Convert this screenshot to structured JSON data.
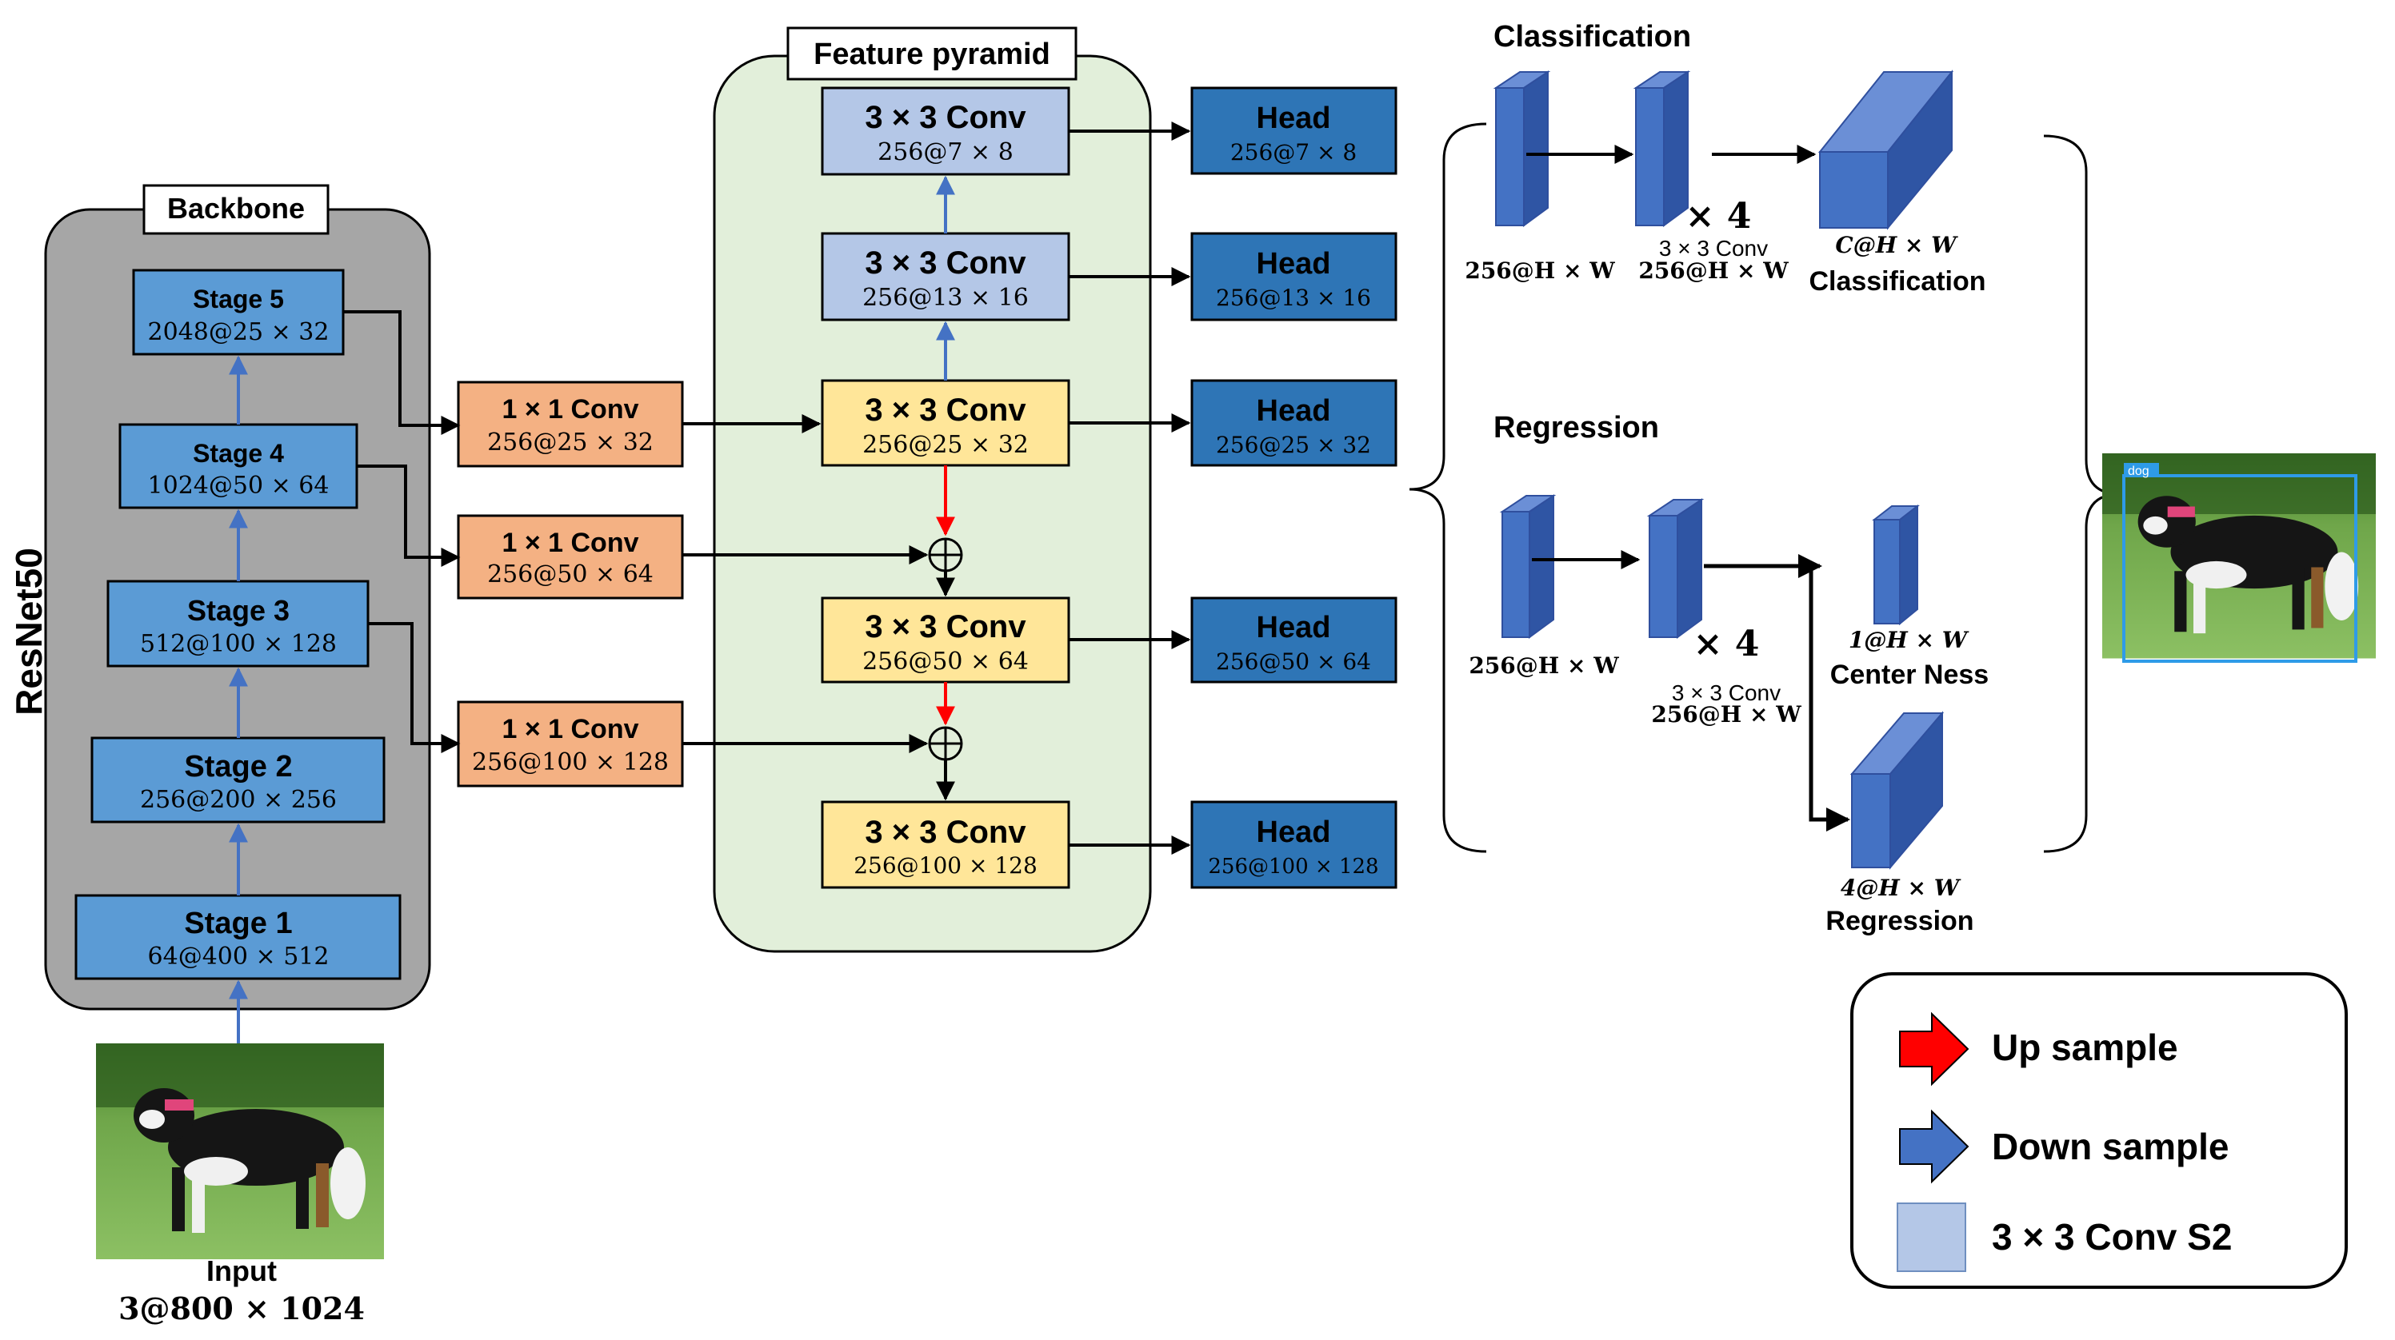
{
  "backbone": {
    "title": "Backbone",
    "side_label": "ResNet50",
    "stages": [
      {
        "name": "Stage 5",
        "dims": "2048@25 × 32"
      },
      {
        "name": "Stage 4",
        "dims": "1024@50 × 64"
      },
      {
        "name": "Stage 3",
        "dims": "512@100 × 128"
      },
      {
        "name": "Stage 2",
        "dims": "256@200 × 256"
      },
      {
        "name": "Stage 1",
        "dims": "64@400 × 512"
      }
    ]
  },
  "input": {
    "label": "Input",
    "dims": "3@800 × 1024"
  },
  "lateral": [
    {
      "name": "1 × 1 Conv",
      "dims": "256@25 × 32"
    },
    {
      "name": "1 × 1 Conv",
      "dims": "256@50 × 64"
    },
    {
      "name": "1 × 1 Conv",
      "dims": "256@100 × 128"
    }
  ],
  "pyramid": {
    "title": "Feature pyramid",
    "blocks": [
      {
        "name": "3 × 3 Conv",
        "dims": "256@7 × 8"
      },
      {
        "name": "3 × 3 Conv",
        "dims": "256@13 × 16"
      },
      {
        "name": "3 × 3 Conv",
        "dims": "256@25 × 32"
      },
      {
        "name": "3 × 3 Conv",
        "dims": "256@50 × 64"
      },
      {
        "name": "3 × 3 Conv",
        "dims": "256@100 × 128"
      }
    ]
  },
  "heads": [
    {
      "name": "Head",
      "dims": "256@7 × 8"
    },
    {
      "name": "Head",
      "dims": "256@13 × 16"
    },
    {
      "name": "Head",
      "dims": "256@25 × 32"
    },
    {
      "name": "Head",
      "dims": "256@50 × 64"
    },
    {
      "name": "Head",
      "dims": "256@100 × 128"
    }
  ],
  "classification": {
    "title": "Classification",
    "in_dims": "256@H × W",
    "repeat": "× 4",
    "conv_label": "3 × 3 Conv",
    "conv_dims": "256@H × W",
    "out_dims": "C@H × W",
    "out_label": "Classification"
  },
  "regression": {
    "title": "Regression",
    "in_dims": "256@H × W",
    "repeat": "× 4",
    "conv_label": "3 × 3 Conv",
    "conv_dims": "256@H × W",
    "center_dims": "1@H × W",
    "center_label": "Center Ness",
    "reg_dims": "4@H × W",
    "reg_label": "Regression"
  },
  "detection": {
    "tag": "dog"
  },
  "legend": {
    "items": [
      {
        "label": "Up sample",
        "color": "#ff0000"
      },
      {
        "label": "Down sample",
        "color": "#4472c4"
      },
      {
        "label": "3 × 3 Conv S2",
        "color": "#b4c7e7"
      }
    ]
  },
  "colors": {
    "stage_blue": "#5b9bd5",
    "head_blue": "#2e75b6",
    "lateral_orange": "#f4b183",
    "pyramid_yellow": "#ffe699",
    "pyramid_light_blue": "#b4c7e7",
    "pyramid_bg": "#e2efda",
    "backbone_bg": "#a6a6a6"
  }
}
